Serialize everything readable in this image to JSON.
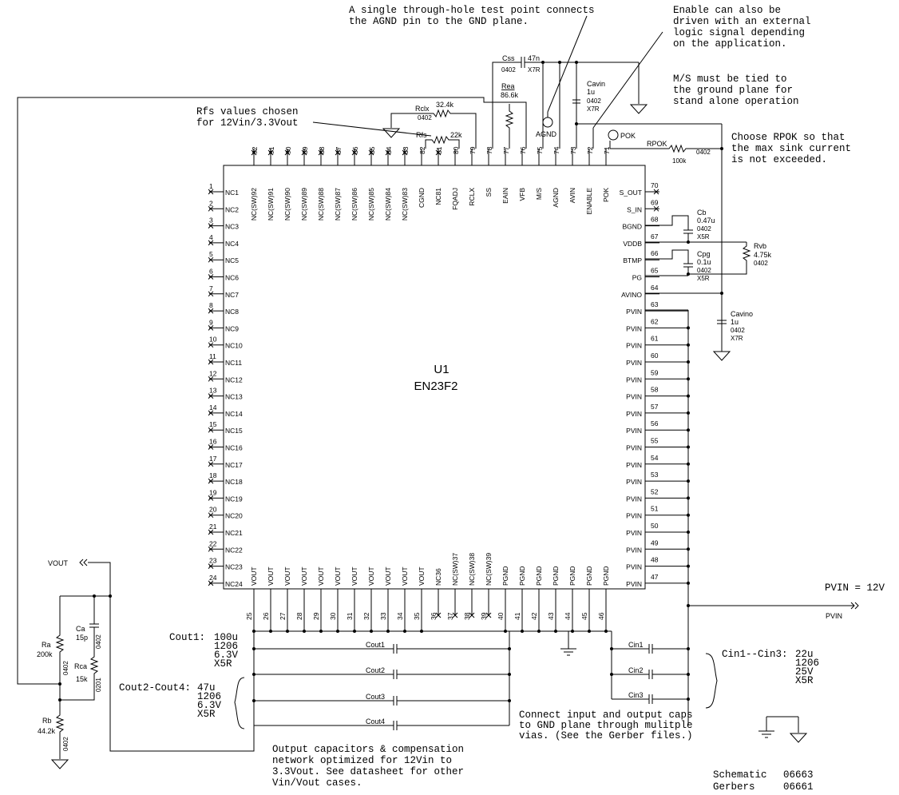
{
  "chip": {
    "ref": "U1",
    "part": "EN23F2"
  },
  "left_pins": [
    {
      "num": "1",
      "name": "NC1"
    },
    {
      "num": "2",
      "name": "NC2"
    },
    {
      "num": "3",
      "name": "NC3"
    },
    {
      "num": "4",
      "name": "NC4"
    },
    {
      "num": "5",
      "name": "NC5"
    },
    {
      "num": "6",
      "name": "NC6"
    },
    {
      "num": "7",
      "name": "NC7"
    },
    {
      "num": "8",
      "name": "NC8"
    },
    {
      "num": "9",
      "name": "NC9"
    },
    {
      "num": "10",
      "name": "NC10"
    },
    {
      "num": "11",
      "name": "NC11"
    },
    {
      "num": "12",
      "name": "NC12"
    },
    {
      "num": "13",
      "name": "NC13"
    },
    {
      "num": "14",
      "name": "NC14"
    },
    {
      "num": "15",
      "name": "NC15"
    },
    {
      "num": "16",
      "name": "NC16"
    },
    {
      "num": "17",
      "name": "NC17"
    },
    {
      "num": "18",
      "name": "NC18"
    },
    {
      "num": "19",
      "name": "NC19"
    },
    {
      "num": "20",
      "name": "NC20"
    },
    {
      "num": "21",
      "name": "NC21"
    },
    {
      "num": "22",
      "name": "NC22"
    },
    {
      "num": "23",
      "name": "NC23"
    },
    {
      "num": "24",
      "name": "NC24"
    }
  ],
  "right_pins": [
    {
      "num": "70",
      "name": "S_OUT"
    },
    {
      "num": "69",
      "name": "S_IN"
    },
    {
      "num": "68",
      "name": "BGND"
    },
    {
      "num": "67",
      "name": "VDDB"
    },
    {
      "num": "66",
      "name": "BTMP"
    },
    {
      "num": "65",
      "name": "PG"
    },
    {
      "num": "64",
      "name": "AVINO"
    },
    {
      "num": "63",
      "name": "PVIN"
    },
    {
      "num": "62",
      "name": "PVIN"
    },
    {
      "num": "61",
      "name": "PVIN"
    },
    {
      "num": "60",
      "name": "PVIN"
    },
    {
      "num": "59",
      "name": "PVIN"
    },
    {
      "num": "58",
      "name": "PVIN"
    },
    {
      "num": "57",
      "name": "PVIN"
    },
    {
      "num": "56",
      "name": "PVIN"
    },
    {
      "num": "55",
      "name": "PVIN"
    },
    {
      "num": "54",
      "name": "PVIN"
    },
    {
      "num": "53",
      "name": "PVIN"
    },
    {
      "num": "52",
      "name": "PVIN"
    },
    {
      "num": "51",
      "name": "PVIN"
    },
    {
      "num": "50",
      "name": "PVIN"
    },
    {
      "num": "49",
      "name": "PVIN"
    },
    {
      "num": "48",
      "name": "PVIN"
    },
    {
      "num": "47",
      "name": "PVIN"
    }
  ],
  "top_pins": [
    {
      "num": "92",
      "name": "NC(SW)92"
    },
    {
      "num": "91",
      "name": "NC(SW)91"
    },
    {
      "num": "90",
      "name": "NC(SW)90"
    },
    {
      "num": "89",
      "name": "NC(SW)89"
    },
    {
      "num": "88",
      "name": "NC(SW)88"
    },
    {
      "num": "87",
      "name": "NC(SW)87"
    },
    {
      "num": "86",
      "name": "NC(SW)86"
    },
    {
      "num": "85",
      "name": "NC(SW)85"
    },
    {
      "num": "84",
      "name": "NC(SW)84"
    },
    {
      "num": "83",
      "name": "NC(SW)83"
    },
    {
      "num": "82",
      "name": "CGND"
    },
    {
      "num": "81",
      "name": "NC81"
    },
    {
      "num": "80",
      "name": "FQADJ"
    },
    {
      "num": "79",
      "name": "RCLX"
    },
    {
      "num": "78",
      "name": "SS"
    },
    {
      "num": "77",
      "name": "EAIN"
    },
    {
      "num": "76",
      "name": "VFB"
    },
    {
      "num": "75",
      "name": "M/S"
    },
    {
      "num": "74",
      "name": "AGND"
    },
    {
      "num": "73",
      "name": "AVIN"
    },
    {
      "num": "72",
      "name": "ENABLE"
    },
    {
      "num": "71",
      "name": "POK"
    }
  ],
  "bottom_pins": [
    {
      "num": "25",
      "name": "VOUT"
    },
    {
      "num": "26",
      "name": "VOUT"
    },
    {
      "num": "27",
      "name": "VOUT"
    },
    {
      "num": "28",
      "name": "VOUT"
    },
    {
      "num": "29",
      "name": "VOUT"
    },
    {
      "num": "30",
      "name": "VOUT"
    },
    {
      "num": "31",
      "name": "VOUT"
    },
    {
      "num": "32",
      "name": "VOUT"
    },
    {
      "num": "33",
      "name": "VOUT"
    },
    {
      "num": "34",
      "name": "VOUT"
    },
    {
      "num": "35",
      "name": "VOUT"
    },
    {
      "num": "36",
      "name": "NC36"
    },
    {
      "num": "37",
      "name": "NC(SW)37"
    },
    {
      "num": "38",
      "name": "NC(SW)38"
    },
    {
      "num": "39",
      "name": "NC(SW)39"
    },
    {
      "num": "40",
      "name": "PGND"
    },
    {
      "num": "41",
      "name": "PGND"
    },
    {
      "num": "42",
      "name": "PGND"
    },
    {
      "num": "43",
      "name": "PGND"
    },
    {
      "num": "44",
      "name": "PGND"
    },
    {
      "num": "45",
      "name": "PGND"
    },
    {
      "num": "46",
      "name": "PGND"
    }
  ],
  "components": {
    "css": {
      "ref": "Css",
      "value": "47n",
      "pkg": "0402",
      "diel": "X7R"
    },
    "rea": {
      "ref": "Rea",
      "value": "86.6k"
    },
    "rclx": {
      "ref": "Rclx",
      "value": "32.4k",
      "pkg": "0402"
    },
    "rfs": {
      "ref": "Rfs",
      "value": "22k"
    },
    "cavin": {
      "ref": "Cavin",
      "value": "1u",
      "pkg": "0402",
      "diel": "X7R"
    },
    "rpok": {
      "ref": "RPOK",
      "value": "100k",
      "pkg": "0402"
    },
    "cb": {
      "ref": "Cb",
      "value": "0.47u",
      "pkg": "0402",
      "diel": "X5R"
    },
    "cpg": {
      "ref": "Cpg",
      "value": "0.1u",
      "pkg": "0402",
      "diel": "X5R"
    },
    "rvb": {
      "ref": "Rvb",
      "value": "4.75k",
      "pkg": "0402"
    },
    "cavino": {
      "ref": "Cavino",
      "value": "1u",
      "pkg": "0402",
      "diel": "X7R"
    },
    "ra": {
      "ref": "Ra",
      "value": "200k",
      "pkg": "0402"
    },
    "ca": {
      "ref": "Ca",
      "value": "15p",
      "pkg": "0402"
    },
    "rca": {
      "ref": "Rca",
      "value": "15k",
      "pkg": "0201"
    },
    "rb": {
      "ref": "Rb",
      "value": "44.2k",
      "pkg": "0402"
    },
    "cout1": {
      "ref": "Cout1"
    },
    "cout2": {
      "ref": "Cout2"
    },
    "cout3": {
      "ref": "Cout3"
    },
    "cout4": {
      "ref": "Cout4"
    },
    "cin1": {
      "ref": "Cin1"
    },
    "cin2": {
      "ref": "Cin2"
    },
    "cin3": {
      "ref": "Cin3"
    }
  },
  "testpoints": {
    "agnd": "AGND",
    "pok": "POK"
  },
  "nets": {
    "vout": "VOUT",
    "pvin": "PVIN",
    "pvin_eq": "PVIN = 12V"
  },
  "notes": {
    "testpoint": [
      "A single through-hole test point connects",
      "the AGND pin to the GND plane."
    ],
    "enable": [
      "Enable can also be",
      "driven with an external",
      "logic signal depending",
      "on the application."
    ],
    "ms": [
      "M/S must be tied to",
      "the ground plane for",
      "stand alone operation"
    ],
    "rfs": [
      "Rfs values chosen",
      "for 12Vin/3.3Vout"
    ],
    "rpok": [
      "Choose RPOK so that",
      "the max sink current",
      "is not exceeded."
    ],
    "cout1": [
      "100u",
      "1206",
      "6.3V",
      "X5R"
    ],
    "cout1_label": "Cout1:",
    "cout24": [
      "47u",
      "1206",
      "6.3V",
      "X5R"
    ],
    "cout24_label": "Cout2-Cout4:",
    "cin": [
      "22u",
      "1206",
      "25V",
      "X5R"
    ],
    "cin_label": "Cin1--Cin3:",
    "connect": [
      "Connect input and output caps",
      "to GND plane through mulitple",
      "vias. (See the Gerber files.)"
    ],
    "output": [
      "Output capacitors & compensation",
      "network optimized for 12Vin to",
      "3.3Vout. See datasheet for other",
      "Vin/Vout cases."
    ],
    "schematic_label": "Schematic",
    "schematic_num": "06663",
    "gerbers_label": "Gerbers",
    "gerbers_num": "06661"
  }
}
